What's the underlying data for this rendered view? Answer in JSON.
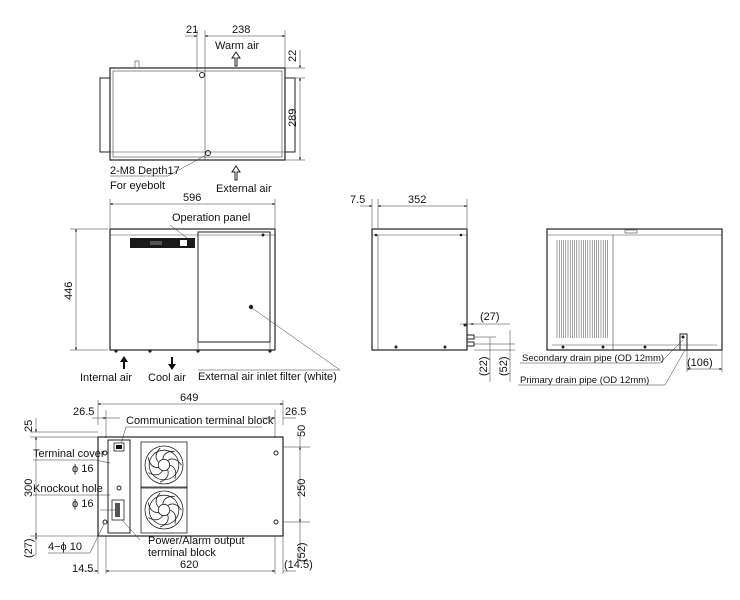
{
  "top_view": {
    "dim_21": "21",
    "dim_238": "238",
    "dim_22": "22",
    "dim_289": "289",
    "warm_air": "Warm air",
    "external_air": "External air",
    "m8_hole": "2-M8 Depth17",
    "eyebolt": "For eyebolt"
  },
  "front_view": {
    "dim_596": "596",
    "dim_446": "446",
    "operation_panel": "Operation panel",
    "internal_air": "Internal air",
    "cool_air": "Cool air",
    "inlet_filter": "External air inlet filter (white)"
  },
  "side_view": {
    "dim_7_5": "7.5",
    "dim_352": "352",
    "dim_27": "(27)",
    "dim_22": "(22)",
    "dim_52": "(52)"
  },
  "rear_view": {
    "secondary_drain": "Secondary drain pipe (OD 12mm)",
    "primary_drain": "Primary drain pipe (OD 12mm)",
    "dim_106": "(106)"
  },
  "panel_view": {
    "dim_649": "649",
    "dim_26_5_left": "26.5",
    "dim_26_5_right": "26.5",
    "comm_block": "Communication terminal block",
    "dim_25": "25",
    "dim_50": "50",
    "terminal_cover": "Terminal cover",
    "phi16_a": "ϕ 16",
    "knockout": "Knockout hole",
    "phi16_b": "ϕ 16",
    "dim_300": "300",
    "dim_250": "250",
    "dim_27": "(27)",
    "holes": "4−ϕ 10",
    "power_block_1": "Power/Alarm output",
    "power_block_2": "terminal block",
    "dim_52": "(52)",
    "dim_14_5": "14.5",
    "dim_620": "620",
    "dim_14_5_paren": "(14.5)"
  }
}
